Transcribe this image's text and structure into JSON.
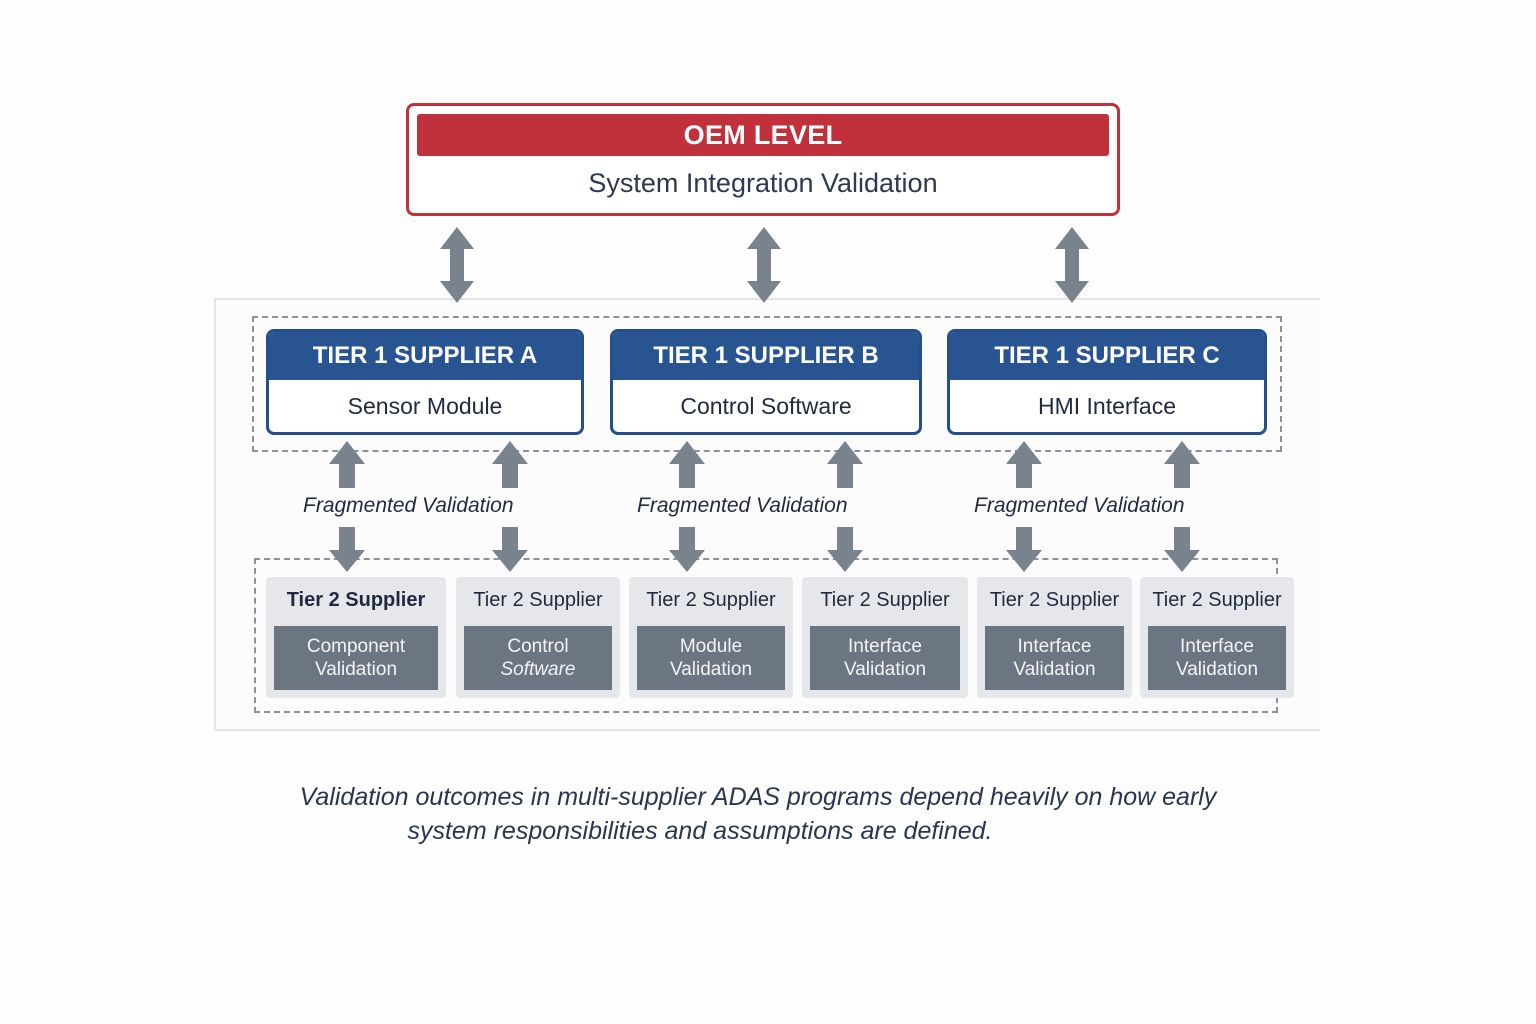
{
  "oem": {
    "title": "OEM LEVEL",
    "subtitle": "System Integration Validation",
    "color": "#c1313c"
  },
  "tier1": [
    {
      "title": "TIER 1 SUPPLIER A",
      "scope": "Sensor Module"
    },
    {
      "title": "TIER 1 SUPPLIER B",
      "scope": "Control Software"
    },
    {
      "title": "TIER 1 SUPPLIER C",
      "scope": "HMI Interface"
    }
  ],
  "tier1_color": "#285591",
  "fragmented_label": [
    "Fragmented Validation",
    "Fragmented Validation",
    "Fragmented Validation"
  ],
  "tier2": [
    {
      "title": "Tier 2 Supplier",
      "line1": "Component",
      "line2": "Validation"
    },
    {
      "title": "Tier 2 Supplier",
      "line1": "Control",
      "line2": "Software"
    },
    {
      "title": "Tier 2 Supplier",
      "line1": "Module",
      "line2": "Validation"
    },
    {
      "title": "Tier 2 Supplier",
      "line1": "Interface",
      "line2": "Validation"
    },
    {
      "title": "Tier 2 Supplier",
      "line1": "Interface",
      "line2": "Validation"
    },
    {
      "title": "Tier 2 Supplier",
      "line1": "Interface",
      "line2": "Validation"
    }
  ],
  "arrow_color": "#7a828e",
  "caption": {
    "line1": "Validation outcomes in multi-supplier ADAS programs depend heavily on how early",
    "line2": "system responsibilities and assumptions are defined."
  }
}
